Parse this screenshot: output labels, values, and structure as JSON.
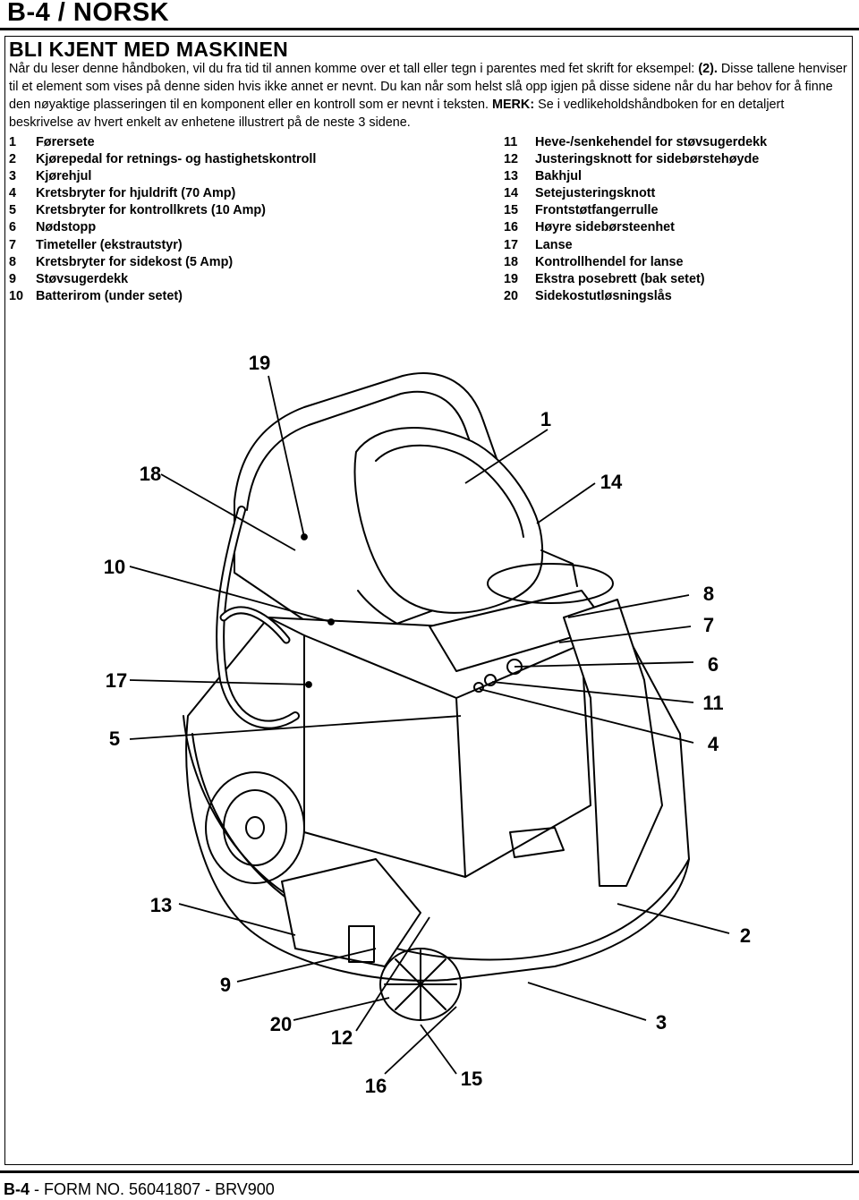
{
  "header": {
    "section": "B-4 / NORSK"
  },
  "title": "BLI KJENT MED MASKINEN",
  "intro": {
    "p1": "Når du leser denne håndboken, vil du fra tid til annen komme over et tall eller tegn i parentes med fet skrift  for eksempel: ",
    "p1_bold": "(2).",
    "p2": "  Disse tallene henviser til et element som vises på denne siden hvis ikke annet er nevnt.  Du kan når som helst slå opp igjen på disse sidene når du har behov for å finne den nøyaktige plasseringen til en komponent eller en kontroll som er nevnt i teksten.  ",
    "note_label": "MERK:",
    "note_text": " Se i vedlikeholdshåndboken for en detaljert beskrivelse av hvert enkelt av enhetene illustrert på de neste 3 sidene."
  },
  "components_left": [
    {
      "num": "1",
      "label": "Førersete"
    },
    {
      "num": "2",
      "label": "Kjørepedal for retnings- og hastighetskontroll"
    },
    {
      "num": "3",
      "label": "Kjørehjul"
    },
    {
      "num": "4",
      "label": "Kretsbryter for hjuldrift (70 Amp)"
    },
    {
      "num": "5",
      "label": "Kretsbryter for kontrollkrets (10 Amp)"
    },
    {
      "num": "6",
      "label": "Nødstopp"
    },
    {
      "num": "7",
      "label": "Timeteller (ekstrautstyr)"
    },
    {
      "num": "8",
      "label": "Kretsbryter for sidekost (5 Amp)"
    },
    {
      "num": "9",
      "label": "Støvsugerdekk"
    },
    {
      "num": "10",
      "label": "Batterirom (under setet)"
    }
  ],
  "components_right": [
    {
      "num": "11",
      "label": "Heve-/senkehendel for støvsugerdekk"
    },
    {
      "num": "12",
      "label": "Justeringsknott for sidebørstehøyde"
    },
    {
      "num": "13",
      "label": "Bakhjul"
    },
    {
      "num": "14",
      "label": "Setejusteringsknott"
    },
    {
      "num": "15",
      "label": "Frontstøtfangerrulle"
    },
    {
      "num": "16",
      "label": "Høyre sidebørsteenhet"
    },
    {
      "num": "17",
      "label": "Lanse"
    },
    {
      "num": "18",
      "label": "Kontrollhendel for lanse"
    },
    {
      "num": "19",
      "label": "Ekstra posebrett (bak setet)"
    },
    {
      "num": "20",
      "label": "Sidekostutløsningslås"
    }
  ],
  "callouts": [
    "19",
    "1",
    "18",
    "14",
    "10",
    "8",
    "7",
    "17",
    "6",
    "5",
    "11",
    "4",
    "13",
    "2",
    "9",
    "20",
    "12",
    "3",
    "16",
    "15"
  ],
  "footer": {
    "prefix": "B-4",
    "rest": " - FORM NO. 56041807 - BRV900"
  }
}
